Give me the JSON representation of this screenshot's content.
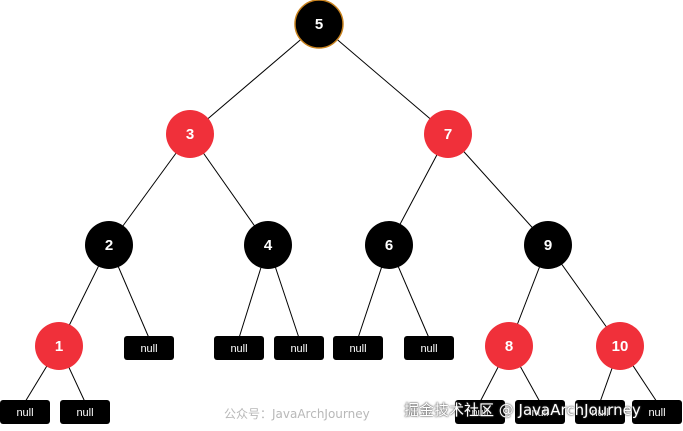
{
  "nodes": [
    {
      "key": "5",
      "color": "black"
    },
    {
      "key": "3",
      "color": "red"
    },
    {
      "key": "7",
      "color": "red"
    },
    {
      "key": "2",
      "color": "black"
    },
    {
      "key": "4",
      "color": "black"
    },
    {
      "key": "6",
      "color": "black"
    },
    {
      "key": "9",
      "color": "black"
    },
    {
      "key": "1",
      "color": "red"
    },
    {
      "key": "8",
      "color": "red"
    },
    {
      "key": "10",
      "color": "red"
    }
  ],
  "edges": [
    [
      "5",
      "3"
    ],
    [
      "5",
      "7"
    ],
    [
      "3",
      "2"
    ],
    [
      "3",
      "4"
    ],
    [
      "7",
      "6"
    ],
    [
      "7",
      "9"
    ],
    [
      "2",
      "1"
    ],
    [
      "2",
      "null-2"
    ],
    [
      "4",
      "null-4a"
    ],
    [
      "4",
      "null-4b"
    ],
    [
      "6",
      "null-6a"
    ],
    [
      "6",
      "null-6b"
    ],
    [
      "9",
      "8"
    ],
    [
      "9",
      "10"
    ],
    [
      "1",
      "null-1a"
    ],
    [
      "1",
      "null-1b"
    ],
    [
      "8",
      "null-8a"
    ],
    [
      "8",
      "null-8b"
    ],
    [
      "10",
      "null-10a"
    ],
    [
      "10",
      "null-10b"
    ]
  ],
  "leaves": [
    {
      "id": "null-2",
      "label": "null"
    },
    {
      "id": "null-4a",
      "label": "null"
    },
    {
      "id": "null-4b",
      "label": "null"
    },
    {
      "id": "null-6a",
      "label": "null"
    },
    {
      "id": "null-6b",
      "label": "null"
    },
    {
      "id": "null-1a",
      "label": "null"
    },
    {
      "id": "null-1b",
      "label": "null"
    },
    {
      "id": "null-8a",
      "label": "null"
    },
    {
      "id": "null-8b",
      "label": "null"
    },
    {
      "id": "null-10a",
      "label": "null"
    },
    {
      "id": "null-10b",
      "label": "null"
    }
  ],
  "colors": {
    "red": "#f0303a",
    "black": "#000000",
    "root_border": "#c8821e",
    "edge": "#000000"
  },
  "watermarks": {
    "wechat": "公众号：JavaArchJourney",
    "juejin": "掘金技术社区 @ JavaArchJourney"
  }
}
